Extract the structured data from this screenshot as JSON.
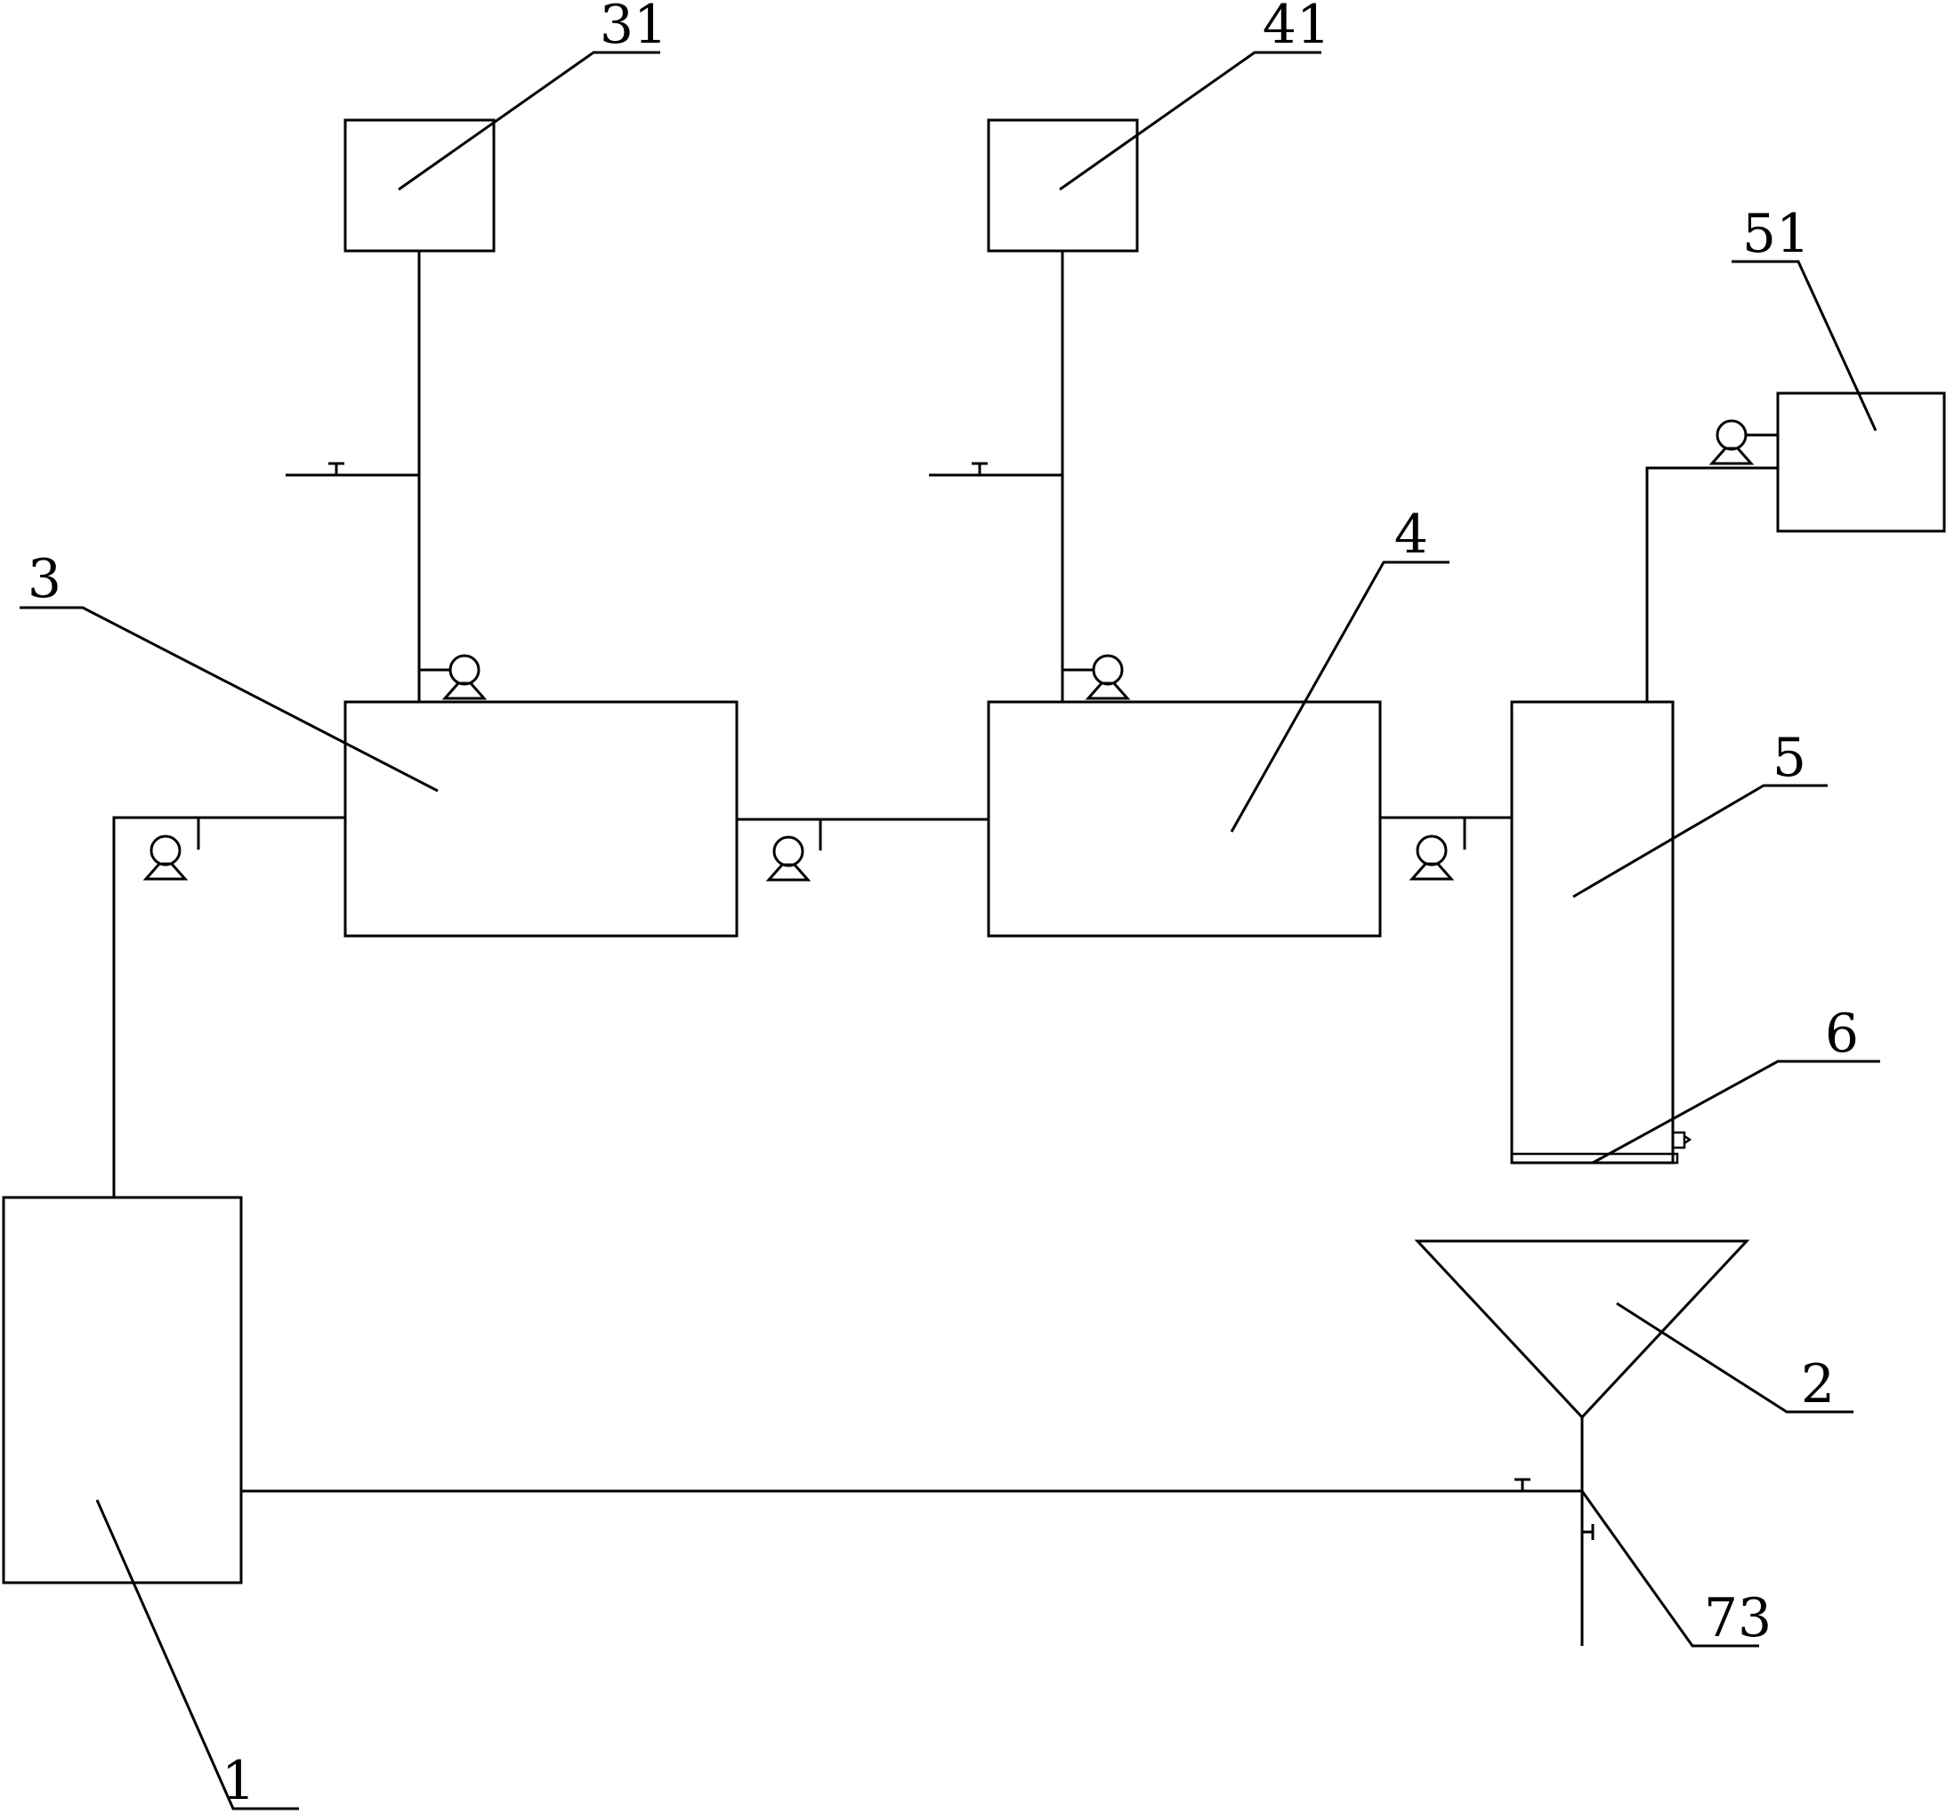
{
  "labels": {
    "l1": "1",
    "l2": "2",
    "l3": "3",
    "l4": "4",
    "l5": "5",
    "l6": "6",
    "l31": "31",
    "l41": "41",
    "l51": "51",
    "l73": "73"
  }
}
